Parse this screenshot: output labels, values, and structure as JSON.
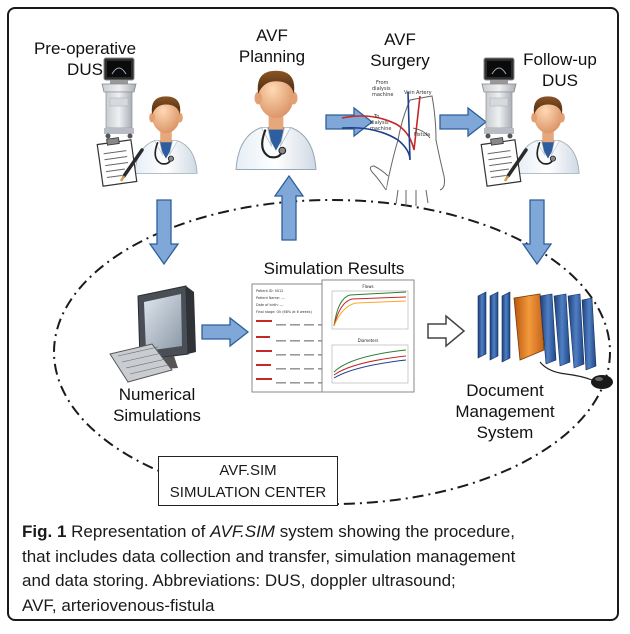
{
  "steps": {
    "preop": [
      "Pre-operative",
      "DUS"
    ],
    "planning": [
      "AVF",
      "Planning"
    ],
    "surgery": [
      "AVF",
      "Surgery"
    ],
    "followup": [
      "Follow-up",
      "DUS"
    ],
    "numerical": [
      "Numerical",
      "Simulations"
    ],
    "results": "Simulation Results",
    "document": [
      "Document",
      "Management",
      "System"
    ]
  },
  "center": {
    "line1": "AVF.SIM",
    "line2": "SIMULATION CENTER"
  },
  "surgery_sketch": {
    "from_machine": [
      "From",
      "dialysis",
      "machine"
    ],
    "to_machine": [
      "To",
      "dialysis",
      "machine"
    ],
    "vein": "Vein",
    "artery": "Artery",
    "fistula": "Fistula"
  },
  "results_doc": {
    "report_lines": [
      "Patient ID: 0012",
      "Patient Name: ---",
      "Date of birth: ---",
      "Final stage: Ok (68% at 6 weeks)"
    ],
    "chart1_title": "Flows",
    "chart2_title": "Diameters"
  },
  "caption": {
    "fig": "Fig. 1",
    "pre": "Representation of",
    "system": "AVF.SIM",
    "line1_rest": "system showing the procedure,",
    "line2": "that includes data collection and transfer, simulation management",
    "line3": "and data storing. Abbreviations: DUS, doppler ultrasound;",
    "line4": "AVF, arteriovenous-fistula"
  },
  "colors": {
    "arrow_fill": "#7fa8d9",
    "arrow_stroke": "#2e5f99",
    "skin": "#f0b98c",
    "coat": "#ffffff",
    "scrub": "#2f5e9e"
  },
  "icons": [
    "ultrasound-machine-icon",
    "doctor-icon",
    "clipboard-pen-icon",
    "arm-fistula-icon",
    "computer-icon",
    "report-document-icon",
    "folders-icon",
    "mouse-icon"
  ]
}
